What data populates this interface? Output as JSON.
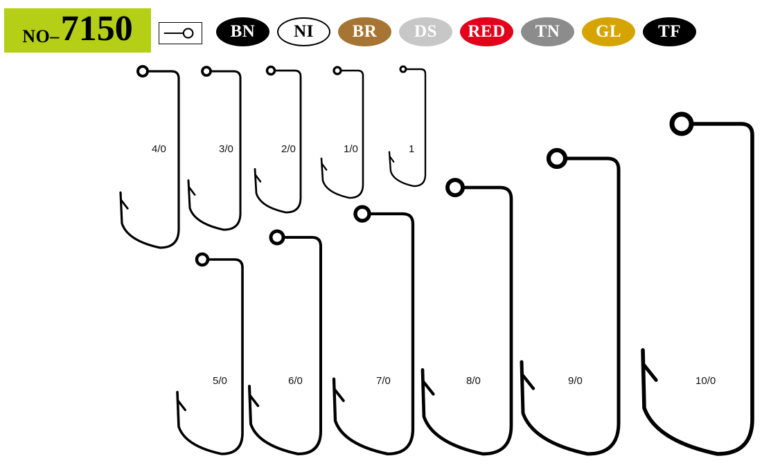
{
  "header": {
    "model_prefix": "NO–",
    "model_number": "7150",
    "model_box_color": "#b4cf15",
    "eye_icon": "ring-eye-icon"
  },
  "finishes": [
    {
      "code": "BN",
      "fill": "#000000",
      "text_color": "#ffffff",
      "border": "#000000"
    },
    {
      "code": "NI",
      "fill": "#ffffff",
      "text_color": "#000000",
      "border": "#000000"
    },
    {
      "code": "BR",
      "fill": "#a67433",
      "text_color": "#ffffff",
      "border": "#a67433"
    },
    {
      "code": "DS",
      "fill": "#c7c7c7",
      "text_color": "#ffffff",
      "border": "#c7c7c7"
    },
    {
      "code": "RED",
      "fill": "#e3001b",
      "text_color": "#ffffff",
      "border": "#e3001b"
    },
    {
      "code": "TN",
      "fill": "#8c8c8c",
      "text_color": "#ffffff",
      "border": "#8c8c8c"
    },
    {
      "code": "GL",
      "fill": "#d6a400",
      "text_color": "#ffffff",
      "border": "#d6a400"
    },
    {
      "code": "TF",
      "fill": "#000000",
      "text_color": "#ffffff",
      "border": "#000000"
    }
  ],
  "hooks": [
    {
      "size": "4/0"
    },
    {
      "size": "3/0"
    },
    {
      "size": "2/0"
    },
    {
      "size": "1/0"
    },
    {
      "size": "1"
    },
    {
      "size": "5/0"
    },
    {
      "size": "6/0"
    },
    {
      "size": "7/0"
    },
    {
      "size": "8/0"
    },
    {
      "size": "9/0"
    },
    {
      "size": "10/0"
    }
  ]
}
